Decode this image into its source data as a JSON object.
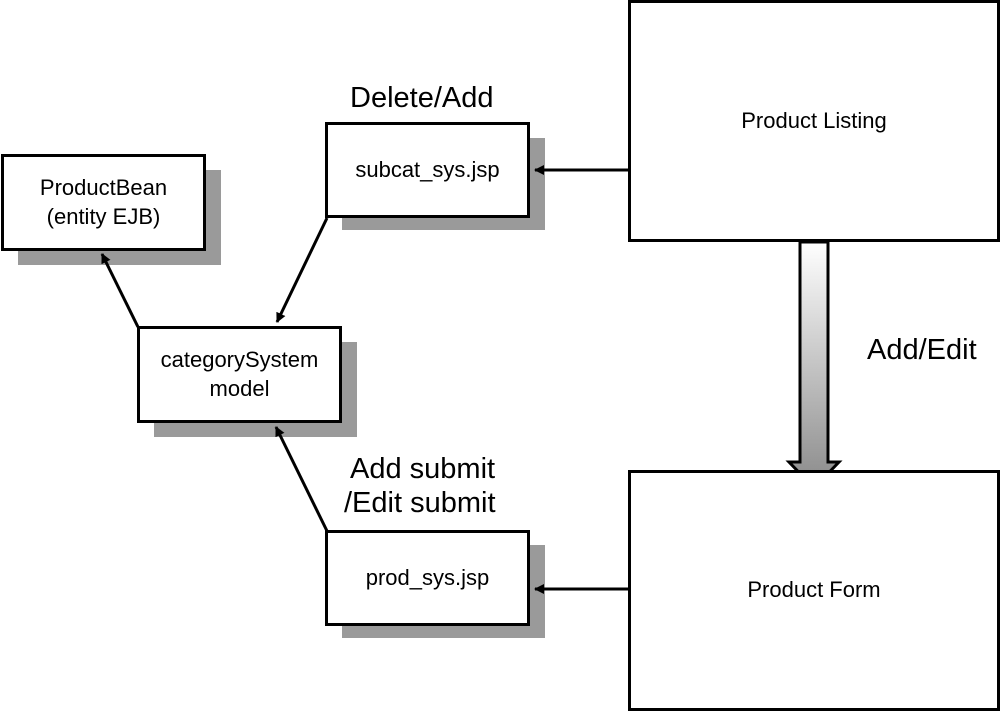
{
  "nodes": {
    "product_bean": {
      "line1": "ProductBean",
      "line2": "(entity EJB)"
    },
    "subcat_sys": {
      "label": "subcat_sys.jsp"
    },
    "category_system": {
      "line1": "categorySystem",
      "line2": "model"
    },
    "prod_sys": {
      "label": "prod_sys.jsp"
    },
    "product_listing": {
      "label": "Product Listing"
    },
    "product_form": {
      "label": "Product Form"
    }
  },
  "edge_labels": {
    "delete_add": "Delete/Add",
    "add_edit": "Add/Edit",
    "add_submit_line1": "Add submit",
    "add_submit_line2": "/Edit submit"
  },
  "colors": {
    "shadow": "#9a9a9a",
    "stroke": "#000000",
    "big_arrow_light": "#ffffff",
    "big_arrow_dark": "#8a8a8a"
  }
}
